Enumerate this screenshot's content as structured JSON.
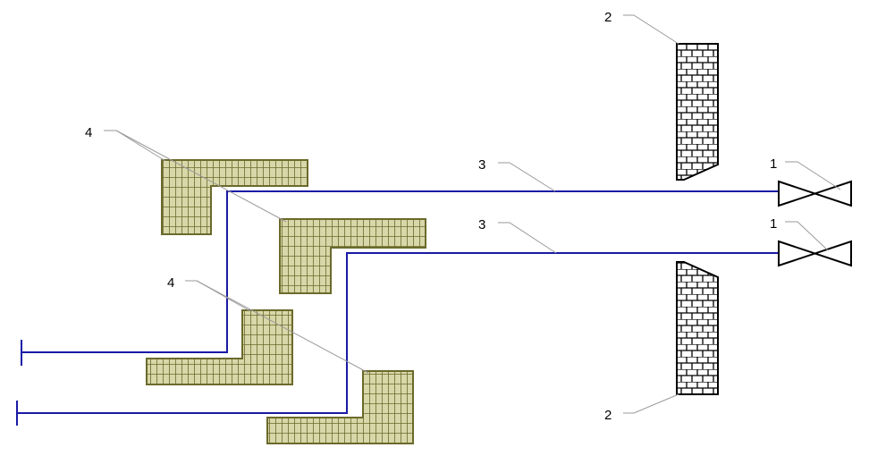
{
  "labels": {
    "valve_top": "1",
    "valve_bottom": "1",
    "wall_top": "2",
    "wall_bottom": "2",
    "pipe_top": "3",
    "pipe_bottom": "3",
    "blocks_upper": "4",
    "blocks_lower": "4"
  },
  "colors": {
    "pipe": "#1a1aa6",
    "block_fill": "#d8d7a9",
    "block_grid": "#6b6a2c",
    "wall_stroke": "#000000",
    "leader": "#9a9a9a"
  }
}
